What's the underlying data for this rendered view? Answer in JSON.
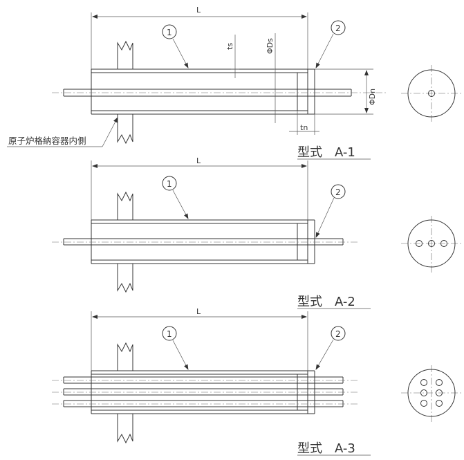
{
  "labels": {
    "dim_L": "L",
    "dim_ts": "ts",
    "dim_Ds": "ΦDs",
    "dim_Dn": "ΦDn",
    "dim_tn": "tn",
    "num_1": "1",
    "num_2": "2",
    "vessel_note": "原子炉格納容器内側",
    "type_a1": "型式　A-1",
    "type_a2": "型式　A-2",
    "type_a3": "型式　A-3",
    "penetration_count_a1": 1,
    "penetration_count_a2": 3,
    "penetration_count_a3": 6
  }
}
